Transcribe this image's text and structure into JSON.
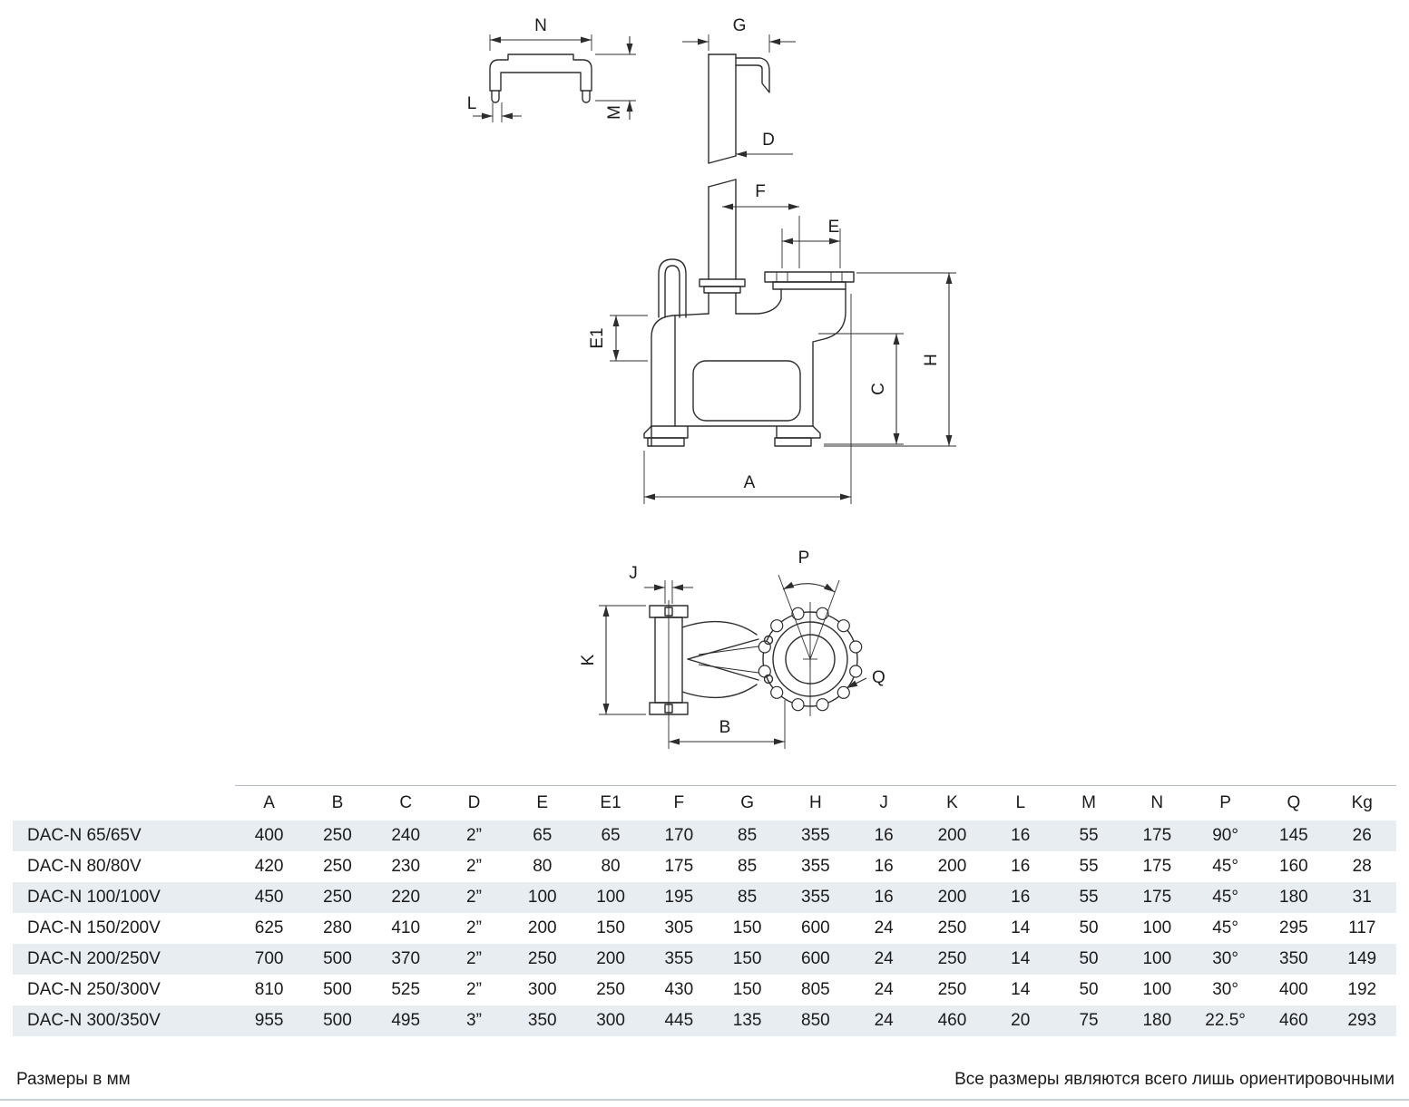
{
  "diagram": {
    "labels": {
      "n": "N",
      "l": "L",
      "m": "M",
      "g": "G",
      "d": "D",
      "f": "F",
      "e": "E",
      "e1": "E1",
      "c": "C",
      "h": "H",
      "a": "A",
      "j": "J",
      "k": "K",
      "p": "P",
      "q": "Q",
      "b": "B"
    }
  },
  "table": {
    "model_header": "",
    "columns": [
      "A",
      "B",
      "C",
      "D",
      "E",
      "E1",
      "F",
      "G",
      "H",
      "J",
      "K",
      "L",
      "M",
      "N",
      "P",
      "Q",
      "Kg"
    ],
    "rows": [
      {
        "model": "DAC-N 65/65V",
        "values": [
          "400",
          "250",
          "240",
          "2”",
          "65",
          "65",
          "170",
          "85",
          "355",
          "16",
          "200",
          "16",
          "55",
          "175",
          "90°",
          "145",
          "26"
        ]
      },
      {
        "model": "DAC-N 80/80V",
        "values": [
          "420",
          "250",
          "230",
          "2”",
          "80",
          "80",
          "175",
          "85",
          "355",
          "16",
          "200",
          "16",
          "55",
          "175",
          "45°",
          "160",
          "28"
        ]
      },
      {
        "model": "DAC-N 100/100V",
        "values": [
          "450",
          "250",
          "220",
          "2”",
          "100",
          "100",
          "195",
          "85",
          "355",
          "16",
          "200",
          "16",
          "55",
          "175",
          "45°",
          "180",
          "31"
        ]
      },
      {
        "model": "DAC-N 150/200V",
        "values": [
          "625",
          "280",
          "410",
          "2”",
          "200",
          "150",
          "305",
          "150",
          "600",
          "24",
          "250",
          "14",
          "50",
          "100",
          "45°",
          "295",
          "117"
        ]
      },
      {
        "model": "DAC-N 200/250V",
        "values": [
          "700",
          "500",
          "370",
          "2”",
          "250",
          "200",
          "355",
          "150",
          "600",
          "24",
          "250",
          "14",
          "50",
          "100",
          "30°",
          "350",
          "149"
        ]
      },
      {
        "model": "DAC-N 250/300V",
        "values": [
          "810",
          "500",
          "525",
          "2”",
          "300",
          "250",
          "430",
          "150",
          "805",
          "24",
          "250",
          "14",
          "50",
          "100",
          "30°",
          "400",
          "192"
        ]
      },
      {
        "model": "DAC-N 300/350V",
        "values": [
          "955",
          "500",
          "495",
          "3”",
          "350",
          "300",
          "445",
          "135",
          "850",
          "24",
          "460",
          "20",
          "75",
          "180",
          "22.5°",
          "460",
          "293"
        ]
      }
    ]
  },
  "footer": {
    "left": "Размеры в мм",
    "right": "Все размеры являются всего лишь ориентировочными"
  }
}
